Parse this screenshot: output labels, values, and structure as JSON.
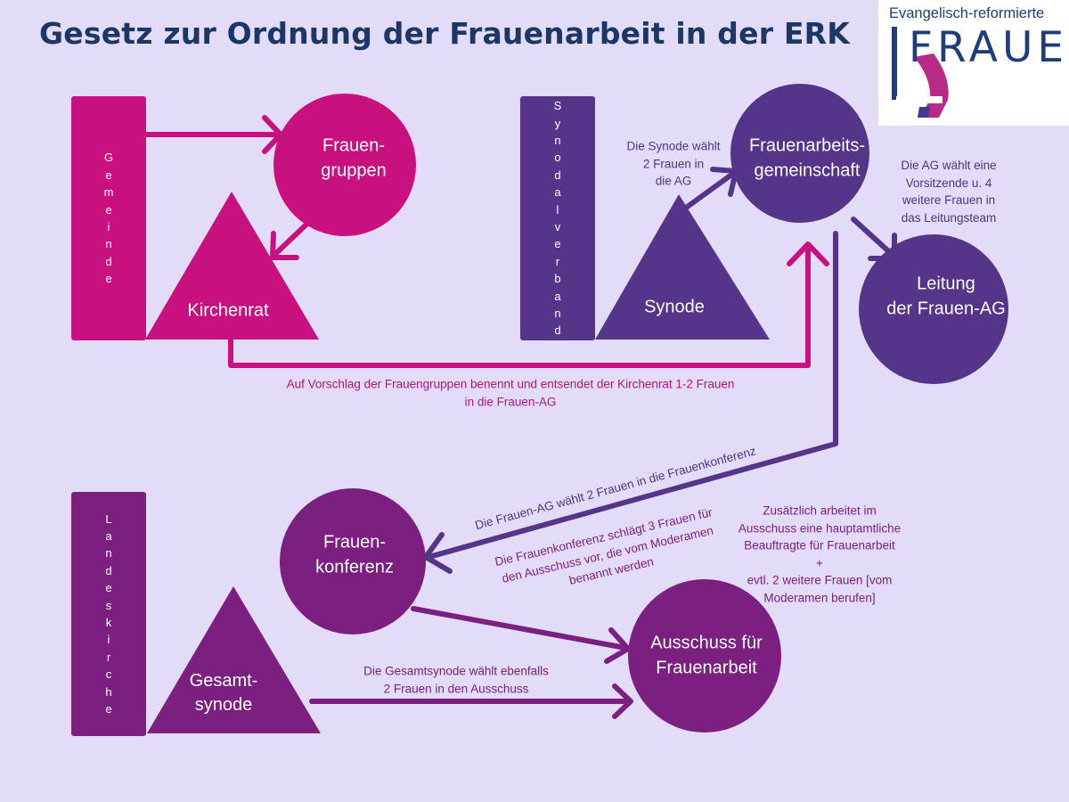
{
  "title": "Gesetz zur Ordnung der Frauenarbeit in der ERK",
  "logo": {
    "line1": "Evangelisch-reformierte",
    "line2": "FRAUEN"
  },
  "colors": {
    "background": "#e3dcf8",
    "title": "#1c3666",
    "gemeinde": "#c8117f",
    "synodal": "#553589",
    "landeskirche": "#7b1f80",
    "arrow_violet": "#5a3a8c",
    "note_magenta": "#b3157c",
    "note_violet": "#4d3580",
    "note_purple": "#7b1f80"
  },
  "bars": {
    "gemeinde": "Gemeinde",
    "synodalverband": "Synodalverband",
    "landeskirche": "Landeskirche"
  },
  "nodes": {
    "frauengruppen": [
      "Frauen-",
      "gruppen"
    ],
    "kirchenrat": [
      "Kirchenrat"
    ],
    "synode": [
      "Synode"
    ],
    "frauenarbeitsgemeinschaft": [
      "Frauenarbeits-",
      "gemeinschaft"
    ],
    "leitung": [
      "Leitung",
      "der Frauen-AG"
    ],
    "frauenkonferenz": [
      "Frauen-",
      "konferenz"
    ],
    "gesamtsynode": [
      "Gesamt-",
      "synode"
    ],
    "ausschuss": [
      "Ausschuss für",
      "Frauenarbeit"
    ]
  },
  "notes": {
    "synode_waehlt": [
      "Die Synode wählt",
      "2 Frauen in",
      "die AG"
    ],
    "ag_waehlt": [
      "Die AG wählt eine",
      "Vorsitzende u.  4",
      "weitere Frauen in",
      "das Leitungsteam"
    ],
    "kirchenrat_vorschlag": [
      "Auf Vorschlag der Frauengruppen benennt und entsendet der Kirchenrat 1-2 Frauen",
      "in die Frauen-AG"
    ],
    "frauen_ag_waehlt": [
      "Die Frauen-AG wählt 2 Frauen in die Frauenkonferenz"
    ],
    "konferenz_schlaegt": [
      "Die Frauenkonferenz schlägt 3 Frauen für",
      "den Ausschuss vor, die vom Moderamen",
      "benannt werden"
    ],
    "zusaetzlich": [
      "Zusätzlich arbeitet im",
      "Ausschuss eine hauptamtliche",
      "Beauftragte für Frauenarbeit",
      "+",
      "evtl. 2 weitere Frauen [vom",
      "Moderamen berufen]"
    ],
    "gesamtsynode_waehlt": [
      "Die Gesamtsynode wählt ebenfalls",
      "2 Frauen in den Ausschuss"
    ]
  }
}
